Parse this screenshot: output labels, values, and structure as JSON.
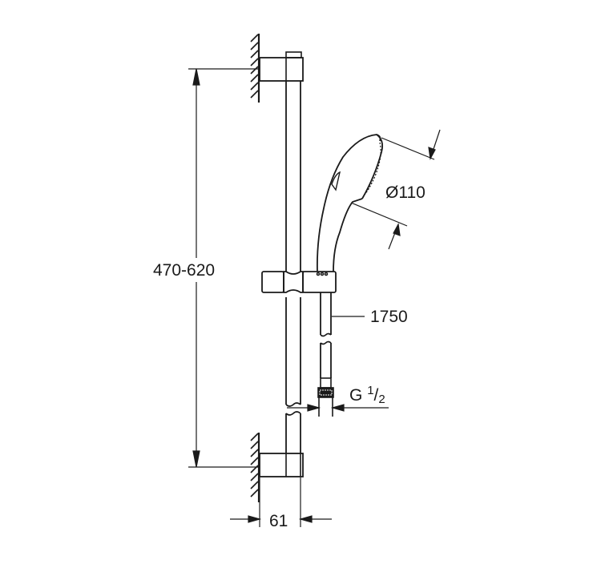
{
  "drawing": {
    "subject": "shower rail set technical drawing",
    "line_color": "#1a1a1a",
    "background": "#ffffff"
  },
  "dimensions": {
    "height_range": "470-620",
    "handshower_diameter": "Ø110",
    "hose_length": "1750",
    "thread": {
      "prefix": "G",
      "numerator": "1",
      "slash": "/",
      "denominator": "2"
    },
    "wall_offset": "61"
  }
}
